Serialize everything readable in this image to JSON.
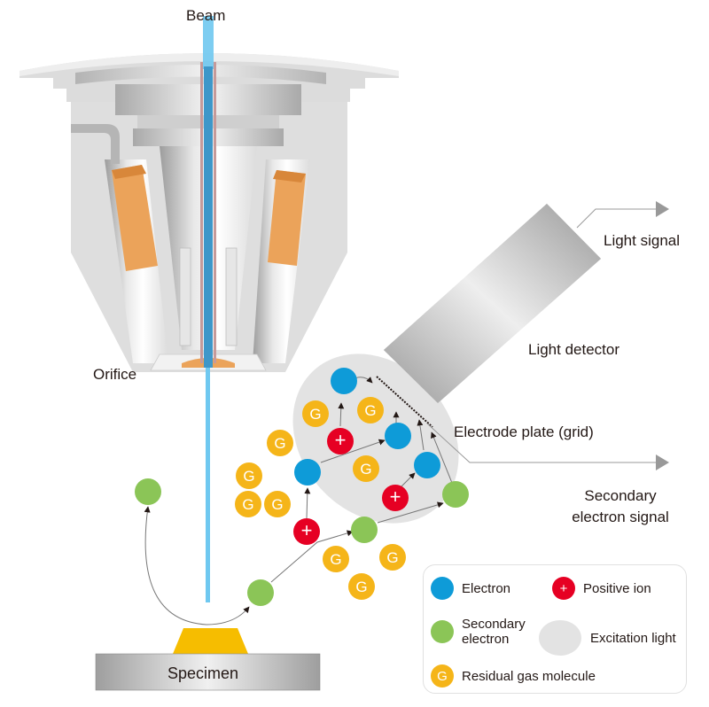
{
  "title": "Secondary electron detection in low-vacuum SEM (gas amplification / light detection)",
  "labels": {
    "beam": "Beam",
    "orifice": "Orifice",
    "specimen": "Specimen",
    "light_signal": "Light signal",
    "light_detector": "Light detector",
    "electrode_plate": "Electrode plate (grid)",
    "secondary_signal_line1": "Secondary",
    "secondary_signal_line2": "electron signal"
  },
  "particle_glyphs": {
    "gas": "G",
    "ion": "+"
  },
  "legend": {
    "electron": "Electron",
    "positive_ion": "Positive ion",
    "secondary_electron_line1": "Secondary",
    "secondary_electron_line2": "electron",
    "excitation_light": "Excitation light",
    "residual_gas": "Residual gas molecule"
  },
  "colors": {
    "electron": "#0e9bd8",
    "positive_ion": "#e60023",
    "secondary_electron": "#8bc557",
    "residual_gas": "#f5b519",
    "excitation_light": "#e3e3e3",
    "beam": "#6fc8f0",
    "coil": "#eba35a",
    "specimen": "#f6bd00"
  }
}
